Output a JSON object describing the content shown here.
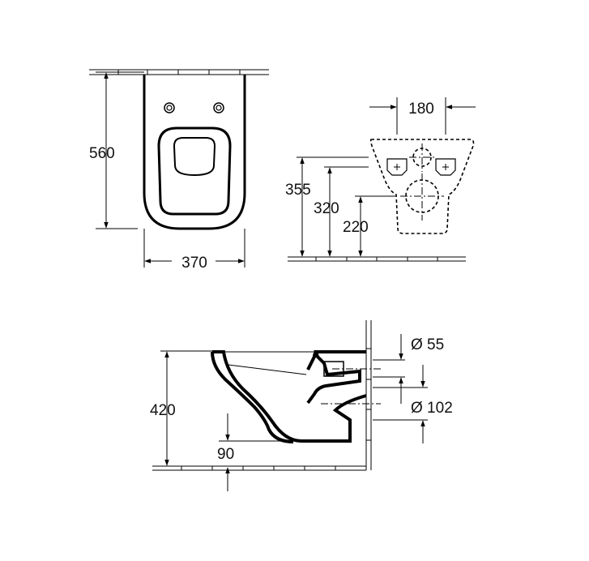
{
  "dimensions": {
    "height_top": "560",
    "width_top": "370",
    "spacing_fixing": "180",
    "height_355": "355",
    "height_320": "320",
    "height_220": "220",
    "height_side": "420",
    "dia_inlet": "Ø 55",
    "dia_outlet": "Ø 102",
    "offset_90": "90"
  }
}
